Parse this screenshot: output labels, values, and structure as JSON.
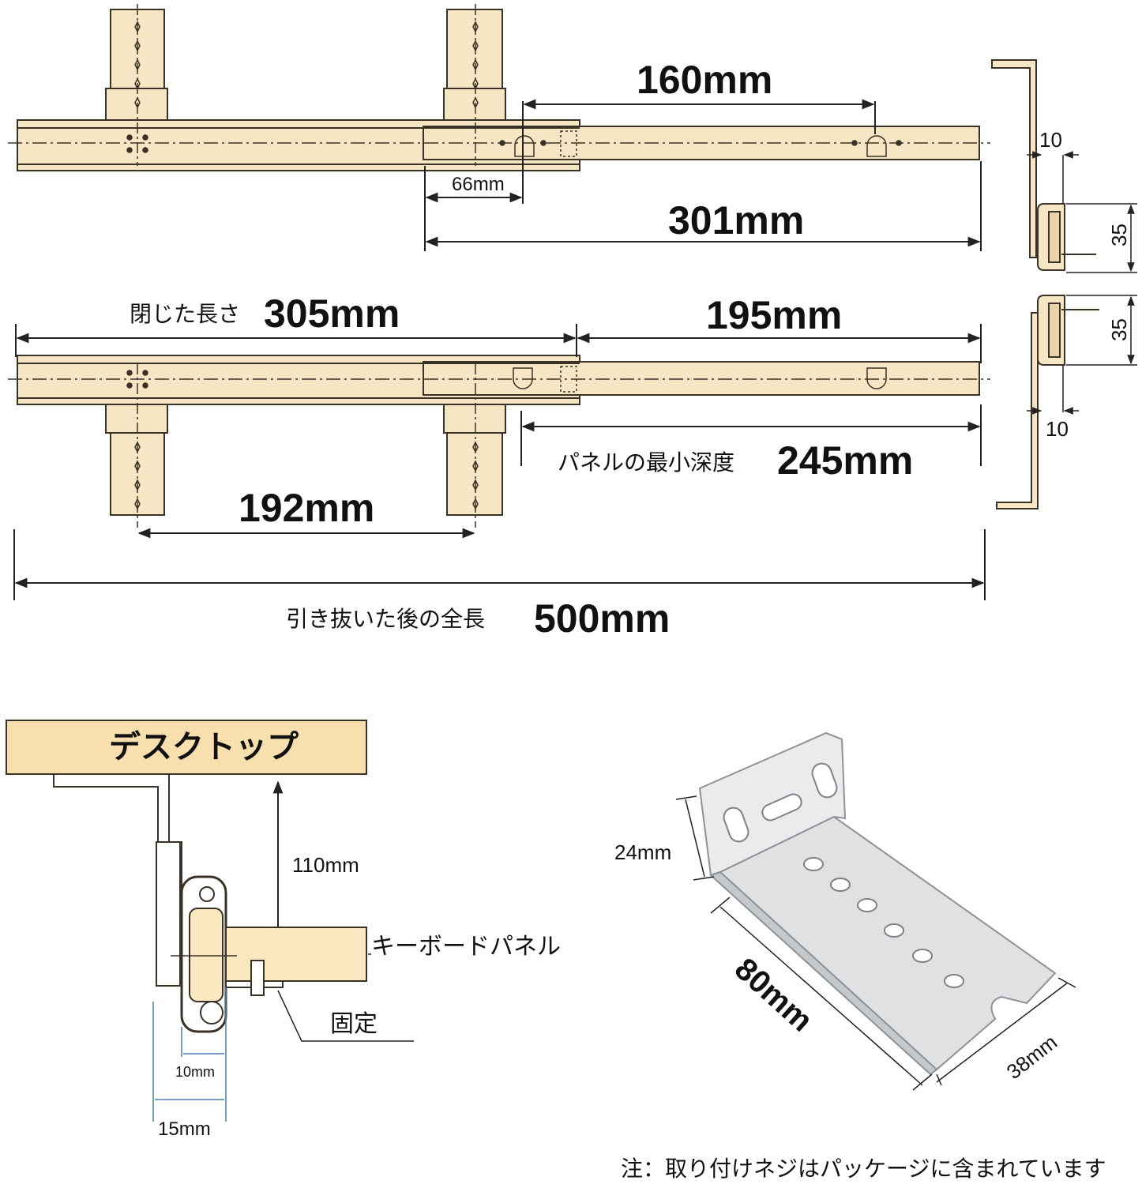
{
  "top_slide": {
    "dim_hole_spacing": "160mm",
    "dim_offset": "66mm",
    "dim_travel": "301mm"
  },
  "bottom_slide": {
    "closed_length_label": "閉じた長さ",
    "closed_length_value": "305mm",
    "dim_extension": "195mm",
    "min_depth_label": "パネルの最小深度",
    "min_depth_value": "245mm",
    "dim_mount_spacing": "192mm"
  },
  "overall": {
    "extended_length_label": "引き抜いた後の全長",
    "extended_length_value": "500mm"
  },
  "side_profile": {
    "top_offset": "10",
    "top_height": "35",
    "bottom_height": "35",
    "bottom_offset": "10"
  },
  "install": {
    "desktop_label": "デスクトップ",
    "height_value": "110mm",
    "keyboard_panel_label": "キーボードパネル",
    "fixed_label": "固定",
    "gap_inner": "10mm",
    "gap_outer": "15mm"
  },
  "bracket": {
    "height": "24mm",
    "length": "80mm",
    "width": "38mm"
  },
  "note": "注：取り付けネジはパッケージに含まれています",
  "colors": {
    "rail_fill": "#f6e6c4",
    "rail_stroke": "#3a3226",
    "desk_fill": "#f7dfae",
    "panel_fill": "#fbe7c0",
    "bracket_fill": "#dfe1e3",
    "dim_blue": "#4a7fb5"
  }
}
